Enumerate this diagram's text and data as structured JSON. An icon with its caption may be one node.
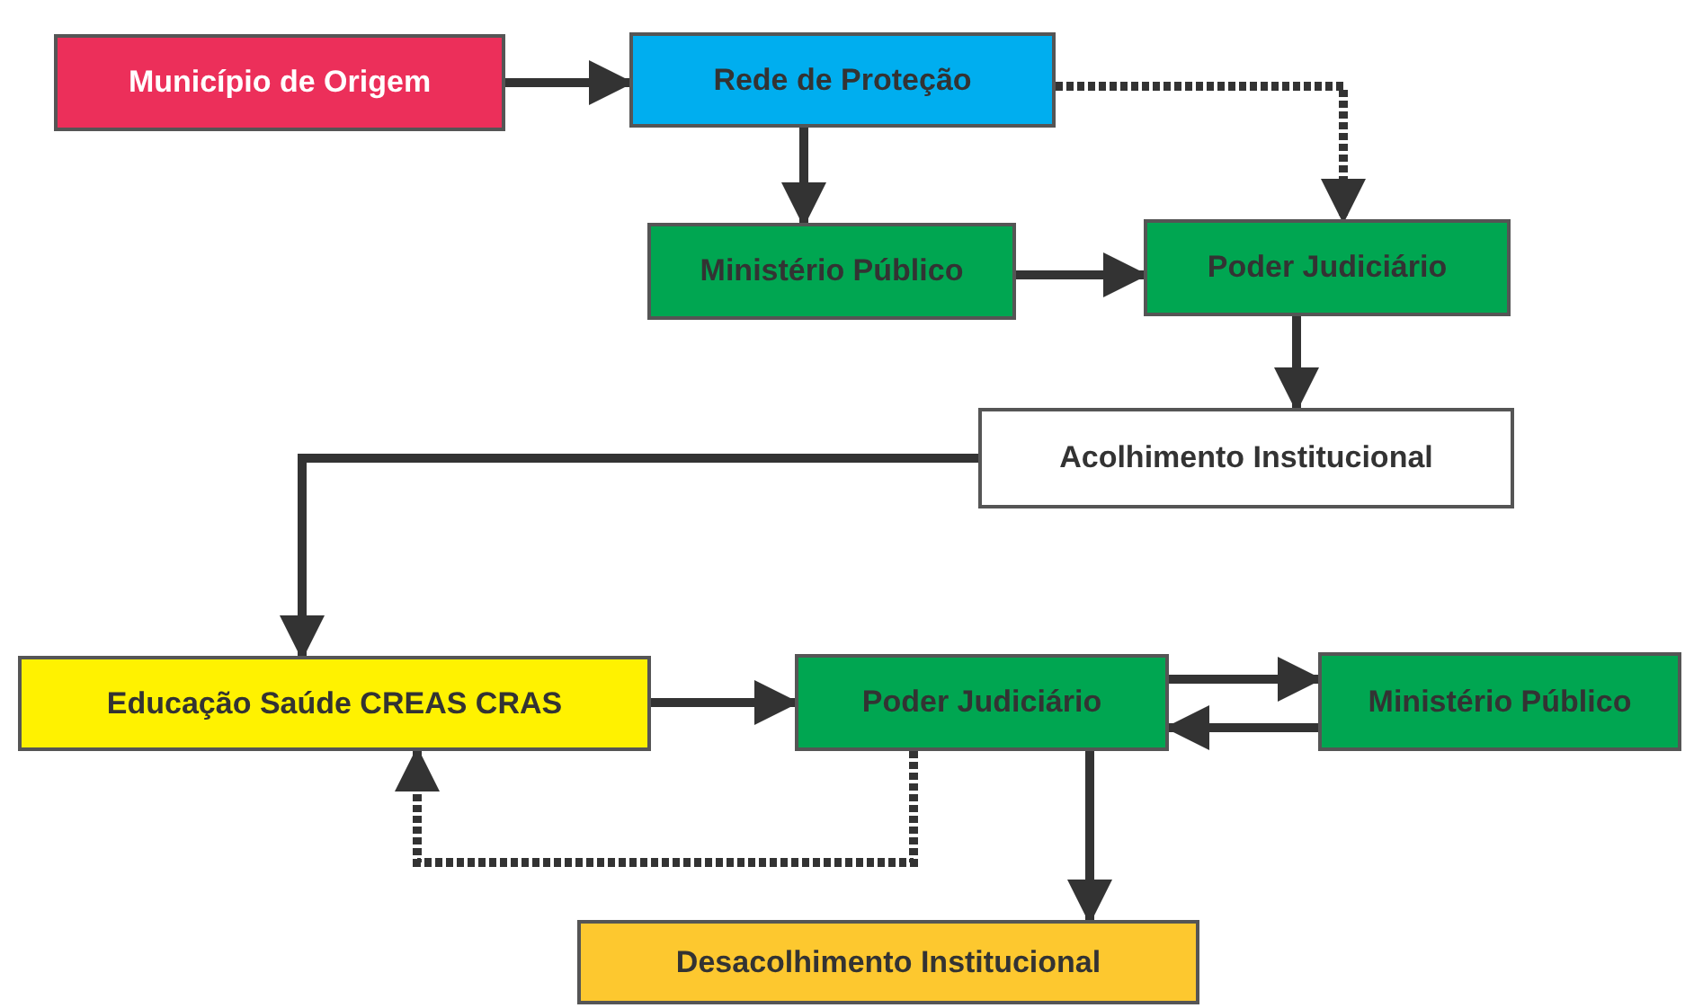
{
  "diagram": {
    "nodes": [
      {
        "text": [
          "Município de Origem"
        ]
      },
      {
        "text": [
          "Rede de Proteção"
        ]
      },
      {
        "text": [
          "Ministério Público"
        ]
      },
      {
        "text": [
          "Poder Judiciário"
        ]
      },
      {
        "text": [
          "Acolhimento Institucional"
        ]
      },
      {
        "text": [
          "Educação Saúde CREAS CRAS"
        ]
      },
      {
        "text": [
          "Poder Judiciário"
        ]
      },
      {
        "text": [
          "Ministério Público"
        ]
      },
      {
        "text": [
          "Desacolhimento Institucional"
        ]
      }
    ],
    "edges": [
      {
        "from": 0,
        "to": 1,
        "arrow": "to"
      },
      {
        "from": 1,
        "to": 2,
        "arrow": "to"
      },
      {
        "from": 1,
        "to": 3,
        "arrow": "to",
        "style": "dashed"
      },
      {
        "from": 2,
        "to": 3,
        "arrow": "to"
      },
      {
        "from": 3,
        "to": 4,
        "arrow": "to"
      },
      {
        "from": 4,
        "to": 5,
        "arrow": "to"
      },
      {
        "from": 5,
        "to": 6,
        "arrow": "to"
      },
      {
        "from": 6,
        "to": 7,
        "arrow": "to"
      },
      {
        "from": 7,
        "to": 6,
        "arrow": "to"
      },
      {
        "from": 6,
        "to": 8,
        "arrow": "to"
      },
      {
        "from": 6,
        "to": 5,
        "arrow": "to",
        "style": "dashed"
      }
    ]
  }
}
